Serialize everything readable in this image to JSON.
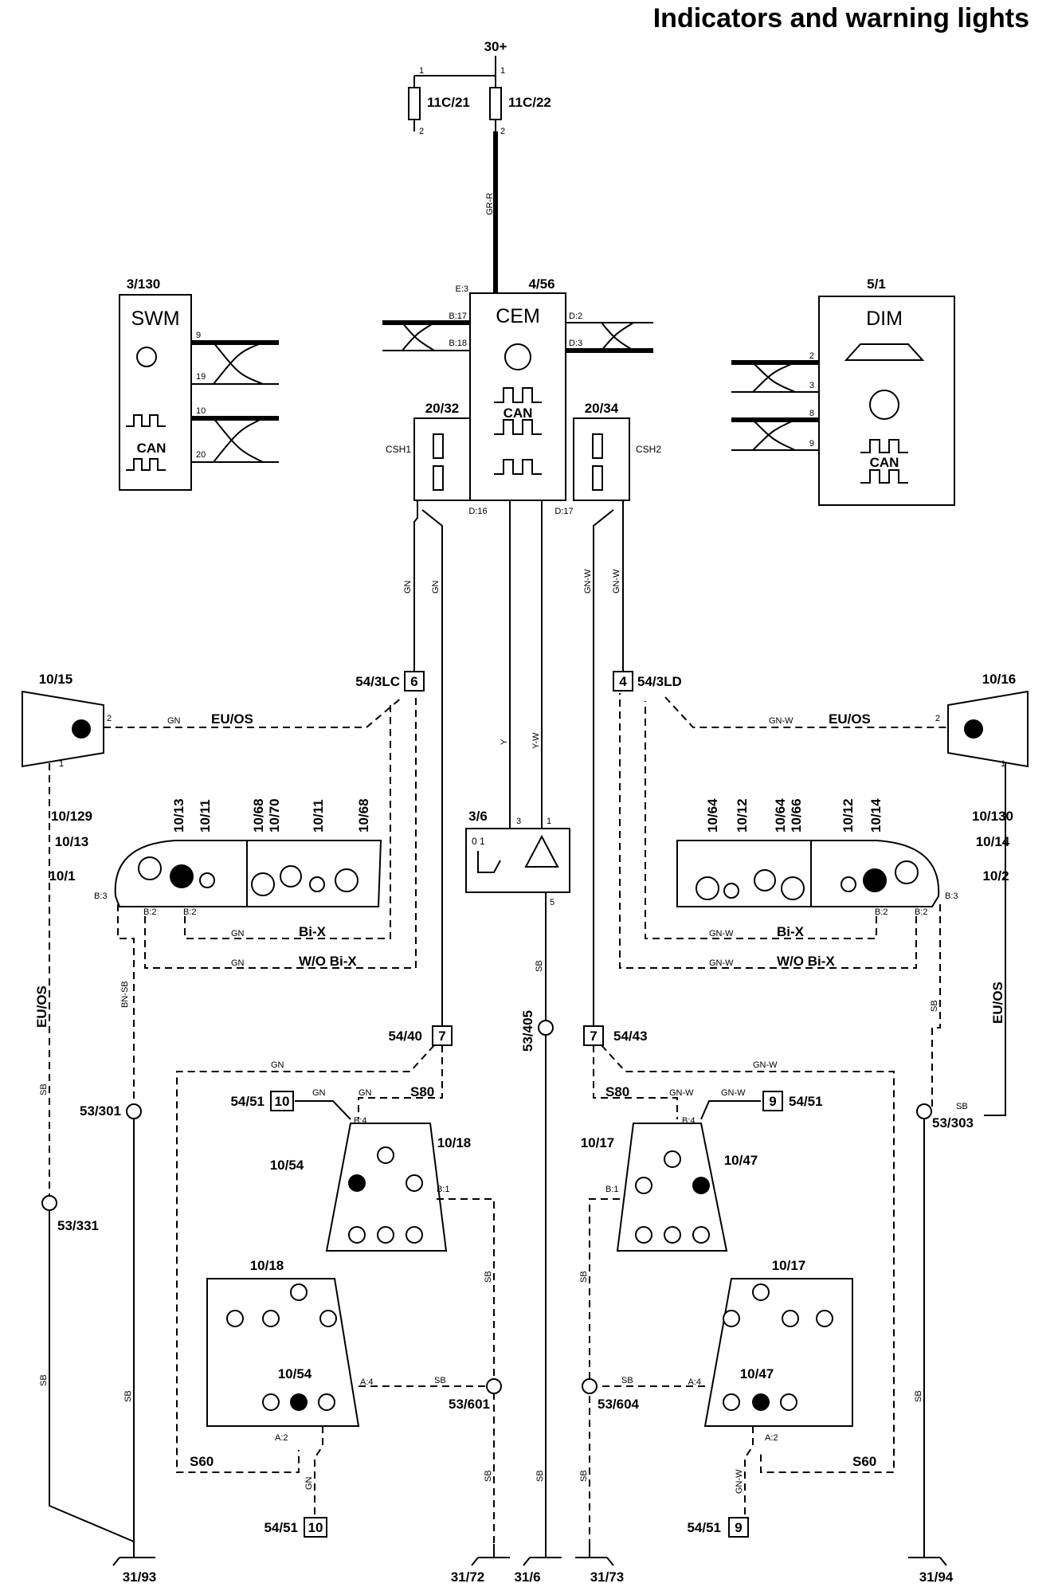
{
  "title": "Indicators and warning lights",
  "power": {
    "supply": "30+",
    "fuse1": "11C/21",
    "fuse2": "11C/22",
    "wire_color": "GR-R"
  },
  "modules": {
    "swm": {
      "ref": "3/130",
      "name": "SWM",
      "can": "CAN",
      "pins": [
        "9",
        "19",
        "10",
        "20"
      ]
    },
    "cem": {
      "ref": "4/56",
      "name": "CEM",
      "can": "CAN",
      "pins": {
        "e3": "E:3",
        "b17": "B:17",
        "b18": "B:18",
        "d2": "D:2",
        "d3": "D:3",
        "d16": "D:16",
        "d17": "D:17"
      }
    },
    "dim": {
      "ref": "5/1",
      "name": "DIM",
      "can": "CAN",
      "pins": [
        "2",
        "3",
        "8",
        "9"
      ]
    },
    "csh1": {
      "ref": "20/32",
      "name": "CSH1"
    },
    "csh2": {
      "ref": "20/34",
      "name": "CSH2"
    },
    "hazard_switch": {
      "ref": "3/6",
      "pos": "0  1",
      "pins": {
        "p3": "3",
        "p1": "1",
        "p5": "5"
      }
    }
  },
  "lamps": {
    "left_side": "10/15",
    "right_side": "10/16",
    "left_head_refs": [
      "10/13",
      "10/11",
      "10/68",
      "10/70",
      "10/11",
      "10/68"
    ],
    "left_head_side": [
      "10/129",
      "10/13",
      "10/1"
    ],
    "right_head_refs": [
      "10/64",
      "10/12",
      "10/64",
      "10/66",
      "10/12",
      "10/14"
    ],
    "right_head_side": [
      "10/130",
      "10/14",
      "10/2"
    ],
    "rear_left_s80": "10/18",
    "rear_left_s80_ind": "10/54",
    "rear_right_s80": "10/17",
    "rear_right_s80_ind": "10/47",
    "rear_left_s60": "10/18",
    "rear_left_s60_ind": "10/54",
    "rear_right_s60": "10/17",
    "rear_right_s60_ind": "10/47"
  },
  "connectors": {
    "c54_3lc": {
      "ref": "54/3LC",
      "pin": "6"
    },
    "c54_3ld": {
      "ref": "54/3LD",
      "pin": "4"
    },
    "c54_40": {
      "ref": "54/40",
      "pin": "7"
    },
    "c54_43": {
      "ref": "54/43",
      "pin": "7"
    },
    "c54_51_a": {
      "ref": "54/51",
      "pin": "10"
    },
    "c54_51_b": {
      "ref": "54/51",
      "pin": "9"
    },
    "c54_51_c": {
      "ref": "54/51",
      "pin": "10"
    },
    "c54_51_d": {
      "ref": "54/51",
      "pin": "9"
    }
  },
  "splices": [
    "53/405",
    "53/301",
    "53/331",
    "53/303",
    "53/601",
    "53/604"
  ],
  "grounds": [
    "31/93",
    "31/72",
    "31/6",
    "31/73",
    "31/94"
  ],
  "variants": {
    "euos": "EU/OS",
    "bix": "Bi-X",
    "wobix": "W/O Bi-X",
    "s80": "S80",
    "s60": "S60"
  },
  "wire_colors": {
    "gn": "GN",
    "gnw": "GN-W",
    "y": "Y",
    "yw": "Y-W",
    "sb": "SB",
    "bnsb": "BN-SB"
  },
  "pins": {
    "b3": "B:3",
    "b2": "B:2",
    "b4": "B:4",
    "b1": "B:1",
    "a4": "A:4",
    "a2": "A:2",
    "n1": "1",
    "n2": "2",
    "n5": "5"
  }
}
